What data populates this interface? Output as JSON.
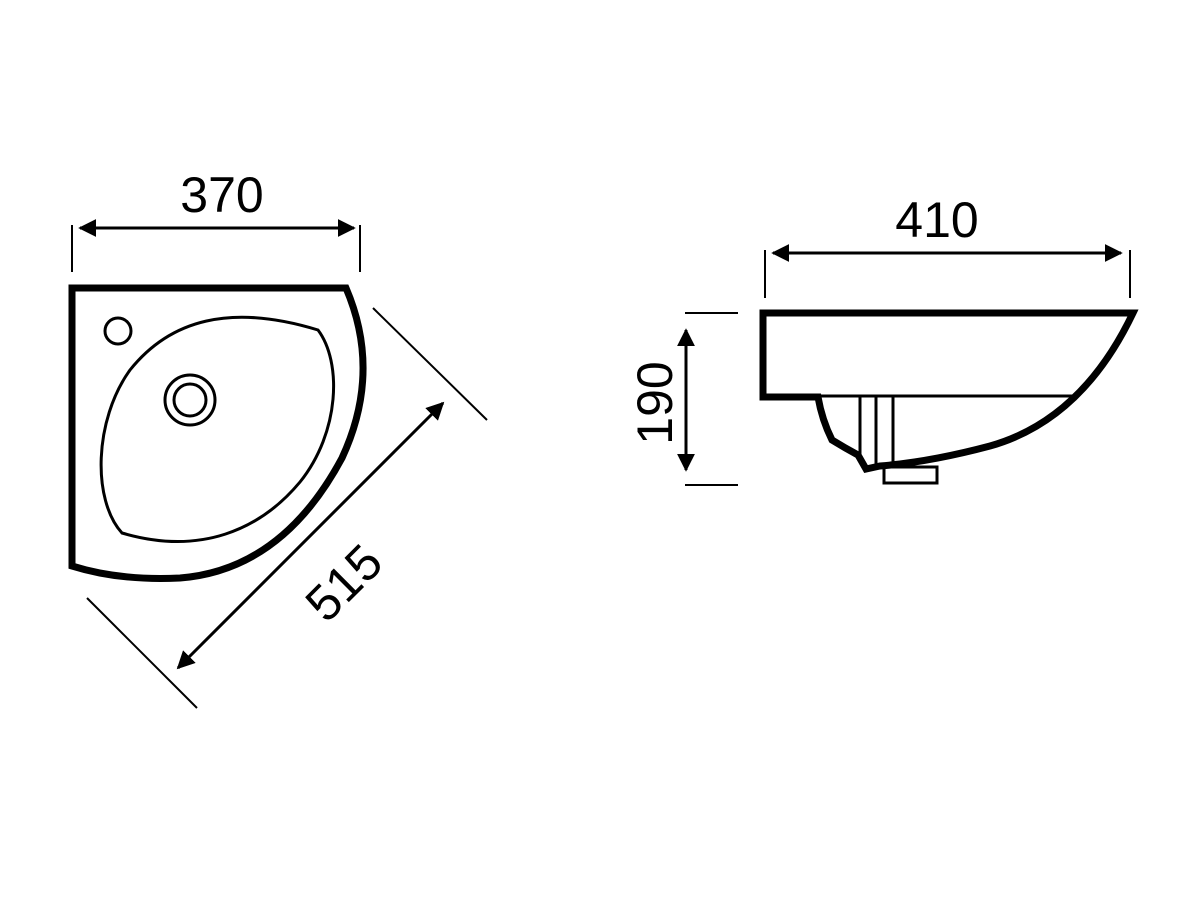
{
  "colors": {
    "line": "#000000",
    "background": "#ffffff"
  },
  "top_view": {
    "width_label": "370",
    "diagonal_label": "515"
  },
  "side_view": {
    "width_label": "410",
    "height_label": "190"
  }
}
